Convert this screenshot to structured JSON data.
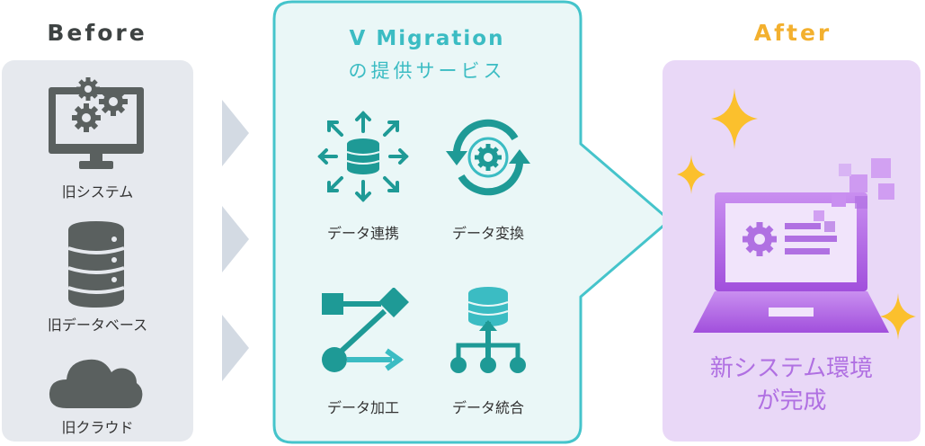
{
  "before": {
    "title": "Before",
    "items": [
      {
        "label": "旧システム",
        "icon": "monitor-gears-icon"
      },
      {
        "label": "旧データベース",
        "icon": "database-icon"
      },
      {
        "label": "旧クラウド",
        "icon": "cloud-icon"
      }
    ]
  },
  "service": {
    "title": "V Migration",
    "subtitle": "の提供サービス",
    "items": [
      {
        "label": "データ連携",
        "icon": "database-arrows-icon"
      },
      {
        "label": "データ変換",
        "icon": "gear-cycle-icon"
      },
      {
        "label": "データ加工",
        "icon": "flow-process-icon"
      },
      {
        "label": "データ統合",
        "icon": "database-merge-icon"
      }
    ]
  },
  "after": {
    "title": "After",
    "line1": "新システム環境",
    "line2": "が完成",
    "icon": "laptop-sparkle-icon"
  },
  "colors": {
    "teal": "#3bbcc3",
    "teal_dark": "#1e9a96",
    "gray_icon": "#5a605f",
    "orange": "#f3b02e",
    "purple": "#b070e2",
    "sparkle": "#fbc02d"
  }
}
